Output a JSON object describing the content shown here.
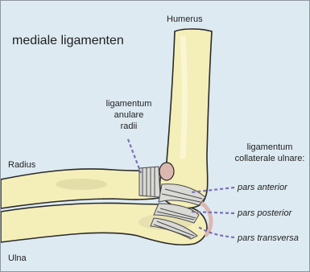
{
  "title": "mediale ligamenten",
  "bones": {
    "humerus": "Humerus",
    "radius": "Radius",
    "ulna": "Ulna"
  },
  "ligaments": {
    "anular": [
      "ligamentum",
      "anulare",
      "radii"
    ],
    "ulnar": [
      "ligamentum",
      "collaterale ulnare:"
    ],
    "parts": {
      "anterior": "pars anterior",
      "posterior": "pars posterior",
      "transversa": "pars transversa"
    }
  },
  "colors": {
    "background": "#ddeaf2",
    "bone": "#f4eeb9",
    "bone_outline": "#2a2a2a",
    "ligament": "#d9dad6",
    "cartilage": "#dcb7b0",
    "leader_line": "#7b6fb6"
  }
}
